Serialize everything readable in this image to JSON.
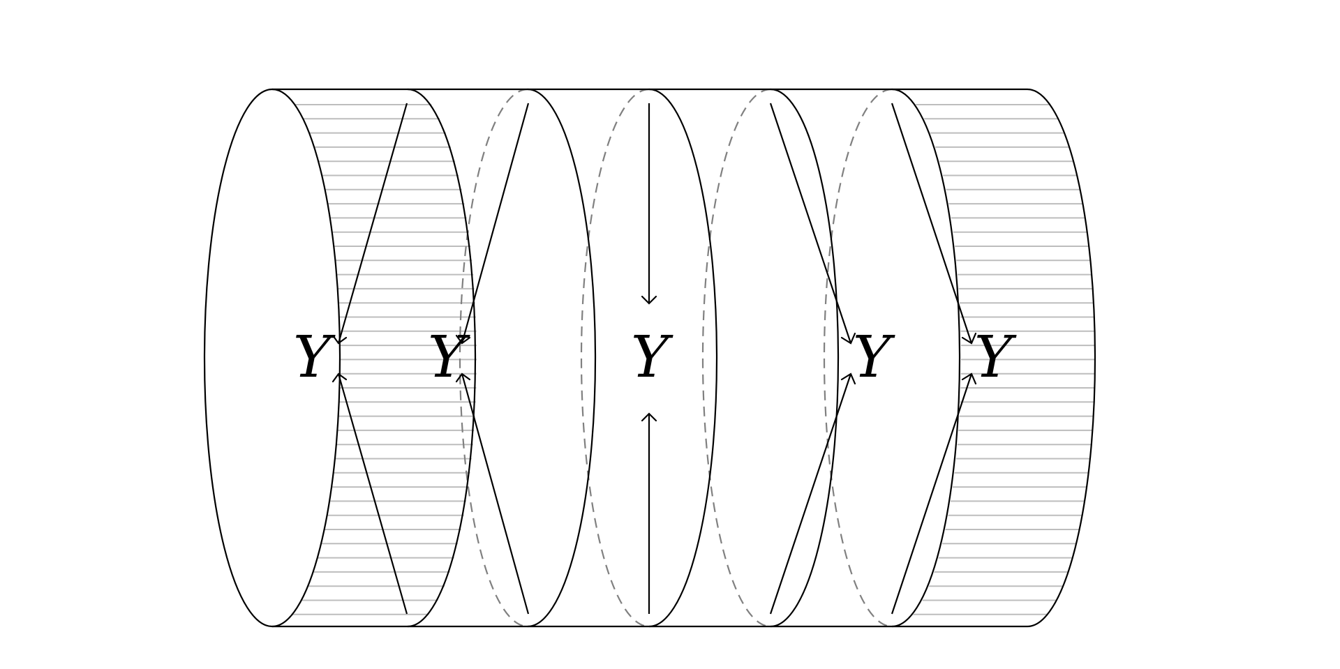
{
  "diagram": {
    "labels": [
      "Y",
      "Y",
      "Y",
      "Y",
      "Y"
    ]
  }
}
